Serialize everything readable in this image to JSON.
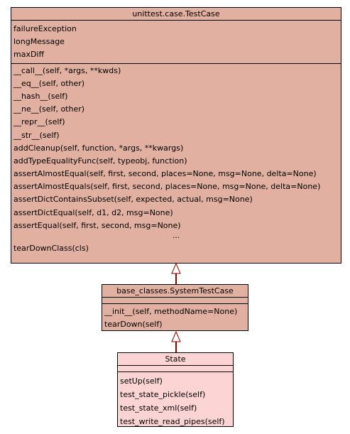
{
  "classes": [
    {
      "id": "c1",
      "name": "unittest.case.TestCase",
      "attributes": [
        "failureException",
        "longMessage",
        "maxDiff"
      ],
      "operations": [
        "__call__(self, *args, **kwds)",
        "__eq__(self, other)",
        "__hash__(self)",
        "__ne__(self, other)",
        "__repr__(self)",
        "__str__(self)",
        "addCleanup(self, function, *args, **kwargs)",
        "addTypeEqualityFunc(self, typeobj, function)",
        "assertAlmostEqual(self, first, second, places=None, msg=None, delta=None)",
        "assertAlmostEquals(self, first, second, places=None, msg=None, delta=None)",
        "assertDictContainsSubset(self, expected, actual, msg=None)",
        "assertDictEqual(self, d1, d2, msg=None)",
        "assertEqual(self, first, second, msg=None)"
      ],
      "ellipsis": "...",
      "operations_after": [
        "tearDownClass(cls)"
      ],
      "fill": "#e1b0a0"
    },
    {
      "id": "c2",
      "name": "base_classes.SystemTestCase",
      "attributes": [],
      "operations": [
        "__init__(self, methodName=None)",
        "tearDown(self)"
      ],
      "fill": "#e1b0a0"
    },
    {
      "id": "c3",
      "name": "State",
      "attributes": [],
      "operations": [
        "setUp(self)",
        "test_state_pickle(self)",
        "test_state_xml(self)",
        "test_write_read_pipes(self)"
      ],
      "fill": "#fdd4d4"
    }
  ],
  "edge_color": "#8b0000",
  "inheritance": [
    {
      "from": "base_classes.SystemTestCase",
      "to": "unittest.case.TestCase"
    },
    {
      "from": "State",
      "to": "base_classes.SystemTestCase"
    }
  ]
}
